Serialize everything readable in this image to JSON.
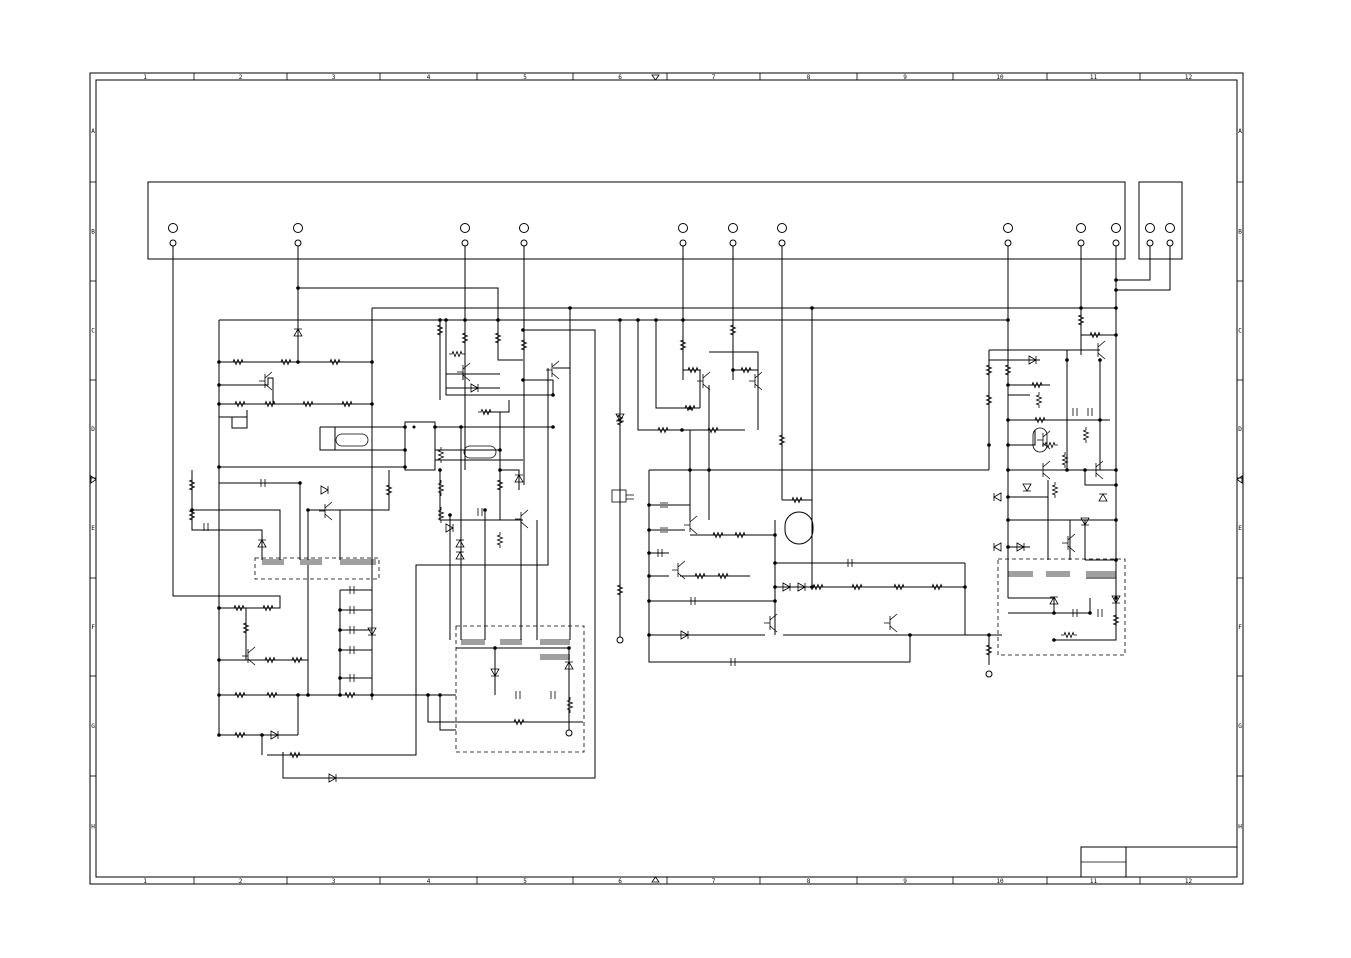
{
  "frame": {
    "column_labels": [
      "1",
      "2",
      "3",
      "4",
      "5",
      "6",
      "7",
      "8",
      "9",
      "10",
      "11",
      "12"
    ],
    "row_labels": [
      "A",
      "B",
      "C",
      "D",
      "E",
      "F",
      "G",
      "H"
    ]
  },
  "title_block": {
    "cells": [
      "",
      "",
      ""
    ]
  },
  "icons": {
    "top_marker": "triangle-down-icon",
    "bottom_marker": "triangle-up-icon",
    "left_marker": "triangle-right-icon",
    "right_marker": "triangle-left-icon"
  }
}
